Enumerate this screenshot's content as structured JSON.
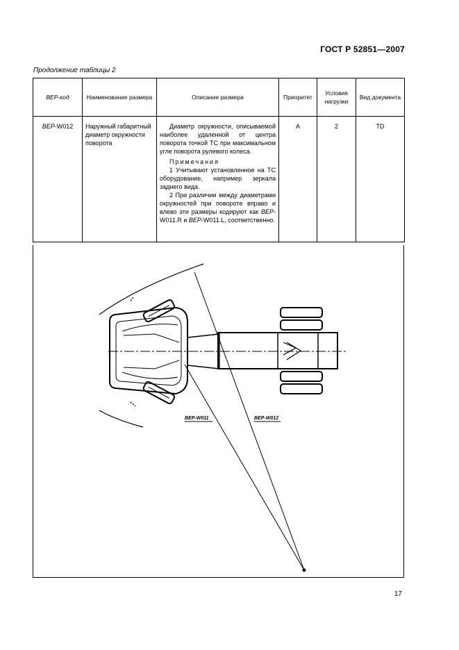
{
  "header": {
    "standard": "ГОСТ Р 52851—2007"
  },
  "caption": "Продолжение таблицы 2",
  "table": {
    "columns": {
      "code": "ВЕР-код",
      "name": "Наименование размера",
      "description": "Описание размера",
      "priority": "Приоритет",
      "load": "Условия нагрузки",
      "doc": "Вид документа"
    },
    "row": {
      "code_prefix": "ВЕР",
      "code_suffix": "-W012",
      "name": "Наружный габаритный диаметр окружности поворота",
      "description": "Диаметр окружности, описываемой наиболее удаленной от центра поворота точкой ТС при максимальном угле поворота рулевого колеса.",
      "notes_title": "Примечания",
      "note1": "1 Учитывают установленное на ТС оборудование, например зеркала заднего вида.",
      "note2_start": "2 При различии между диаметрами окружностей при повороте вправо и влево эти размеры кодируют как ",
      "note2_code1": "ВЕР",
      "note2_mid": "-W011.R и ",
      "note2_code2": "ВЕР",
      "note2_end": "-W011.L, соответственно.",
      "priority": "А",
      "load": "2",
      "doc": "TD"
    }
  },
  "figure": {
    "label_w011": "ВЕР-W011",
    "label_w012": "ВЕР-W012"
  },
  "page_number": "17"
}
